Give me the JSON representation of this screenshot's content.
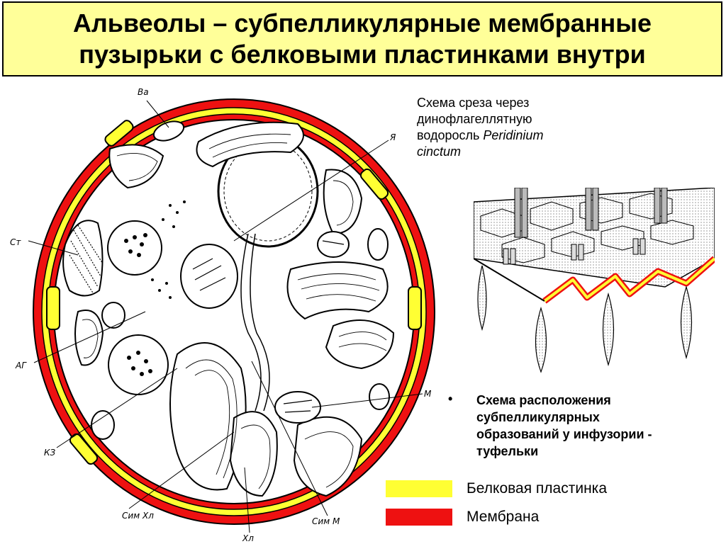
{
  "title": {
    "line1": "Альвеолы – субпелликулярные мембранные",
    "line2": "пузырьки с белковыми пластинками внутри"
  },
  "cell_caption": {
    "line1": "Схема среза через",
    "line2": "динофлагеллятную",
    "line3_prefix": "водоросль ",
    "line3_italic": "Peridinium",
    "line4_italic": "cinctum"
  },
  "cell_labels": {
    "ba": "Ва",
    "ya": "Я",
    "st": "Ст",
    "ag": "АГ",
    "m": "М",
    "kz": "КЗ",
    "sim_hl": "Сим Хл",
    "sim_m": "Сим М",
    "hl": "Хл"
  },
  "cilia_caption": {
    "bullet": "•",
    "line1": "Схема расположения",
    "line2": "субпелликулярных",
    "line3": "образований у инфузории -",
    "line4": "туфельки"
  },
  "legend": {
    "items": [
      {
        "label": "Белковая пластинка",
        "color": "#ffff33"
      },
      {
        "label": "Мембрана",
        "color": "#ee1111"
      }
    ]
  },
  "colors": {
    "title_bg": "#ffff99",
    "protein_plate": "#ffff33",
    "membrane": "#ee1111"
  }
}
